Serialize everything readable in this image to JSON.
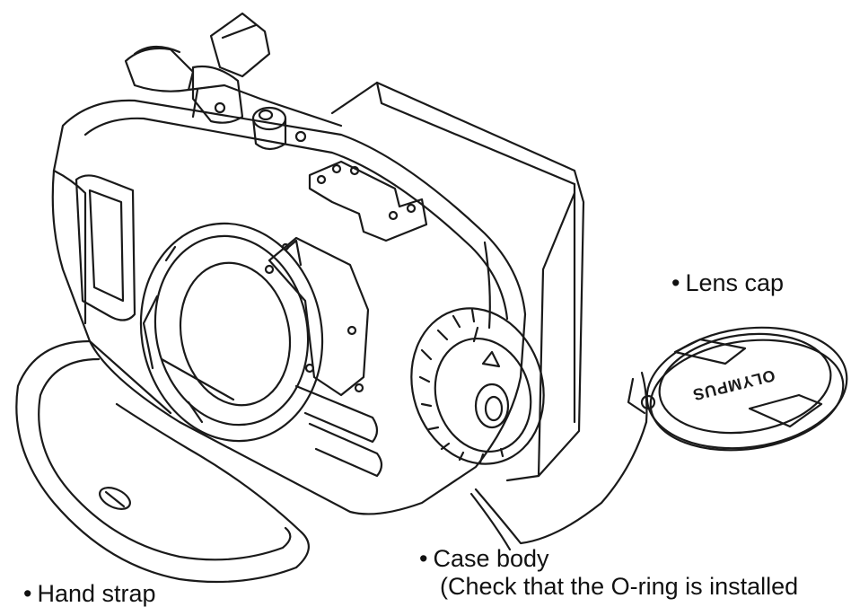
{
  "labels": {
    "lens_cap": "Lens cap",
    "case_body": "Case body",
    "case_body_note": "(Check that the O-ring is installed",
    "hand_strap": "Hand strap",
    "bullet": "•"
  },
  "lens_cap_logo": "OLYMPUS",
  "colors": {
    "line": "#1a1a1a",
    "background": "#ffffff"
  }
}
